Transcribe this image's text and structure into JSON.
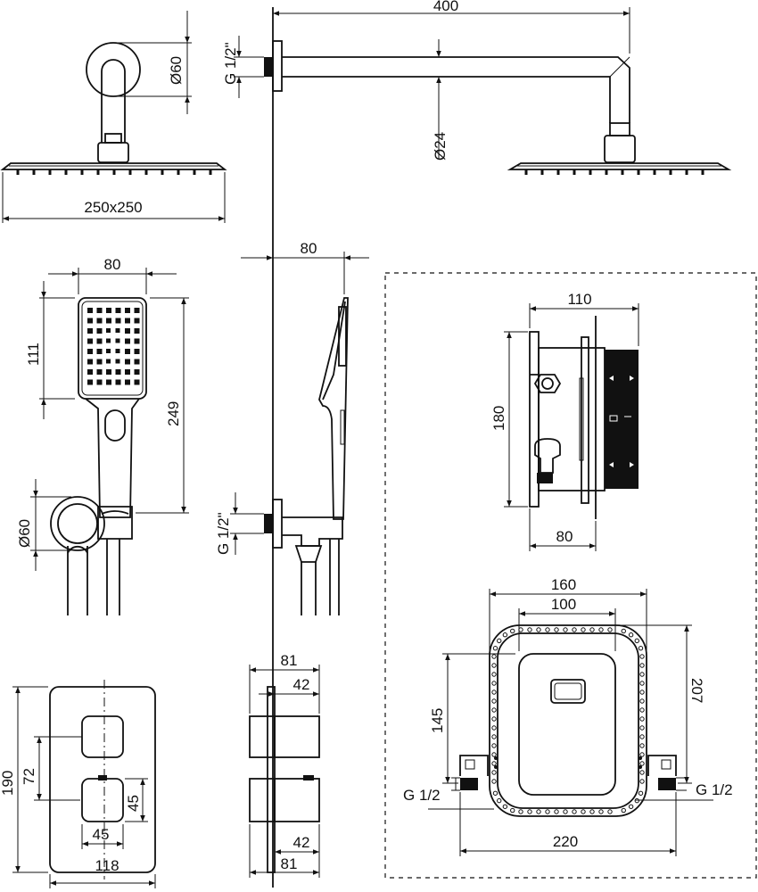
{
  "dimensions": {
    "rain_arm_length": "400",
    "rain_arm_thread": "G 1/2\"",
    "rain_arm_diameter": "Ø24",
    "wall_flange_diameter": "Ø60",
    "head_size": "250x250",
    "hand_depth": "80",
    "hand_width": "80",
    "hand_head_length": "111",
    "hand_total_length": "249",
    "holder_diameter": "Ø60",
    "holder_thread": "G 1/2\"",
    "box_width": "110",
    "box_height": "180",
    "box_depth": "80",
    "frame_outer_width": "160",
    "frame_inner_width": "100",
    "frame_height_left": "145",
    "frame_height_right": "207",
    "frame_total_width": "220",
    "port_left": "G 1/2",
    "port_right": "G 1/2",
    "plate_height": "190",
    "knob_offset": "72",
    "knob_height": "45",
    "knob_width": "45",
    "plate_width": "118",
    "side_depth_top": "81",
    "side_knob_top": "42",
    "side_knob_bottom": "42",
    "side_depth_bottom": "81"
  }
}
